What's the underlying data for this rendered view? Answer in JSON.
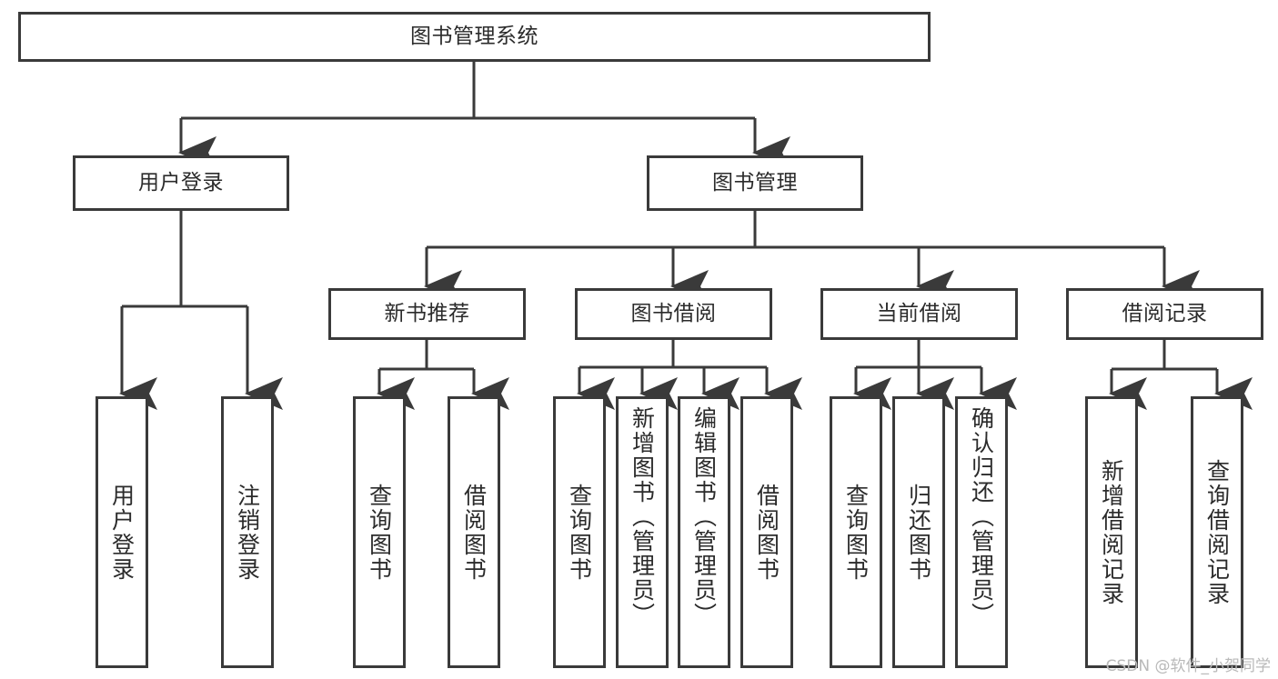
{
  "diagram": {
    "type": "tree-hierarchy",
    "title": "图书管理系统",
    "watermark": "CSDN @软件_小贺同学",
    "colors": {
      "stroke": "#3a3a3a",
      "text": "#2b2b2b",
      "background": "#ffffff",
      "watermark": "#b9b9b9"
    },
    "nodes": {
      "root": {
        "label": "图书管理系统"
      },
      "level1": [
        {
          "label": "用户登录"
        },
        {
          "label": "图书管理"
        }
      ],
      "level2": [
        {
          "label": "新书推荐"
        },
        {
          "label": "图书借阅"
        },
        {
          "label": "当前借阅"
        },
        {
          "label": "借阅记录"
        }
      ],
      "leaves": {
        "user_login": [
          {
            "label": "用户登录"
          },
          {
            "label": "注销登录"
          }
        ],
        "new_book": [
          {
            "label": "查询图书"
          },
          {
            "label": "借阅图书"
          }
        ],
        "book_borrow": [
          {
            "label": "查询图书"
          },
          {
            "label": "新增图书（管理员）"
          },
          {
            "label": "编辑图书（管理员）"
          },
          {
            "label": "借阅图书"
          }
        ],
        "current_borrow": [
          {
            "label": "查询图书"
          },
          {
            "label": "归还图书"
          },
          {
            "label": "确认归还（管理员）"
          }
        ],
        "borrow_record": [
          {
            "label": "新增借阅记录"
          },
          {
            "label": "查询借阅记录"
          }
        ]
      }
    }
  }
}
